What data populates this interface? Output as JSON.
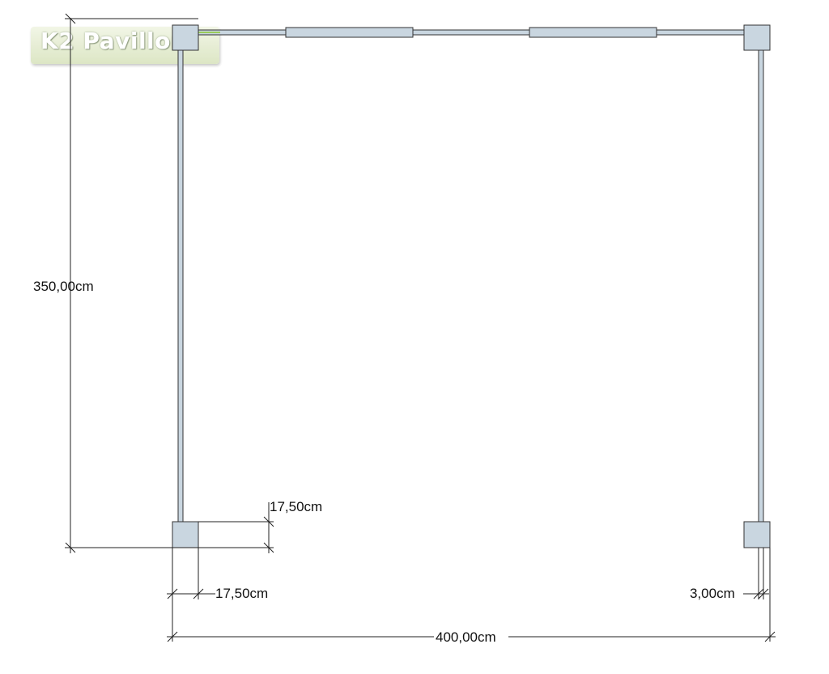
{
  "logo": {
    "text": "K2 Pavillon"
  },
  "dimensions": {
    "height": "350,00cm",
    "width": "400,00cm",
    "post_width": "17,50cm",
    "post_depth": "17,50cm",
    "wall_thickness": "3,00cm"
  },
  "colors": {
    "post_fill": "#c9d6e0",
    "wall_fill": "#c9d6e0",
    "line": "#333333",
    "window_fill": "#c9d6e0"
  }
}
